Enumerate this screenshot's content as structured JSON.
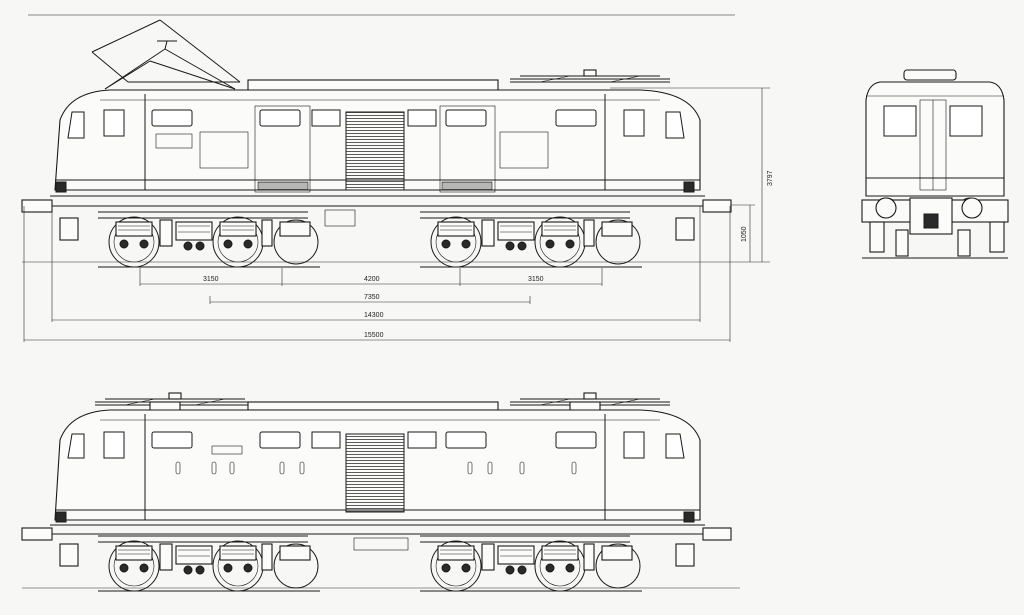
{
  "dimensions": {
    "height_overall": "3797",
    "buffer_height": "1050",
    "bogie_wheelbase_left": "3150",
    "bogie_center_gap": "4200",
    "bogie_wheelbase_right": "3150",
    "bogie_pivot_distance": "7350",
    "length_over_body": "14300",
    "length_over_buffers": "15500"
  },
  "colors": {
    "line": "#1a1a1a",
    "paper": "#f7f7f5"
  }
}
